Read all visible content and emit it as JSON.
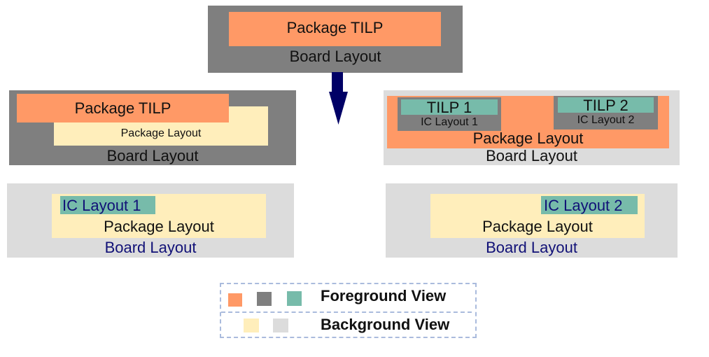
{
  "colors": {
    "foreground_orange": "#ff9966",
    "foreground_dark_gray": "#7f7f7f",
    "foreground_teal": "#77bbaa",
    "background_cream": "#ffeebb",
    "background_light_gray": "#dcdcdc",
    "arrow": "#000066",
    "navy_text": "#111177"
  },
  "top": {
    "inner": "Package TILP",
    "outer": "Board Layout"
  },
  "arrow": {
    "icon": "arrow-down-icon"
  },
  "middle_left": {
    "foreground": "Package TILP",
    "background": "Package Layout",
    "outer": "Board Layout"
  },
  "middle_right": {
    "tilp1": "TILP 1",
    "ic1": "IC Layout 1",
    "tilp2": "TILP 2",
    "ic2": "IC Layout 2",
    "package": "Package Layout",
    "outer": "Board Layout"
  },
  "bottom_left": {
    "ic": "IC Layout 1",
    "package": "Package Layout",
    "outer": "Board Layout"
  },
  "bottom_right": {
    "ic": "IC Layout 2",
    "package": "Package Layout",
    "outer": "Board Layout"
  },
  "legend": {
    "foreground_label": "Foreground View",
    "background_label": "Background View"
  }
}
